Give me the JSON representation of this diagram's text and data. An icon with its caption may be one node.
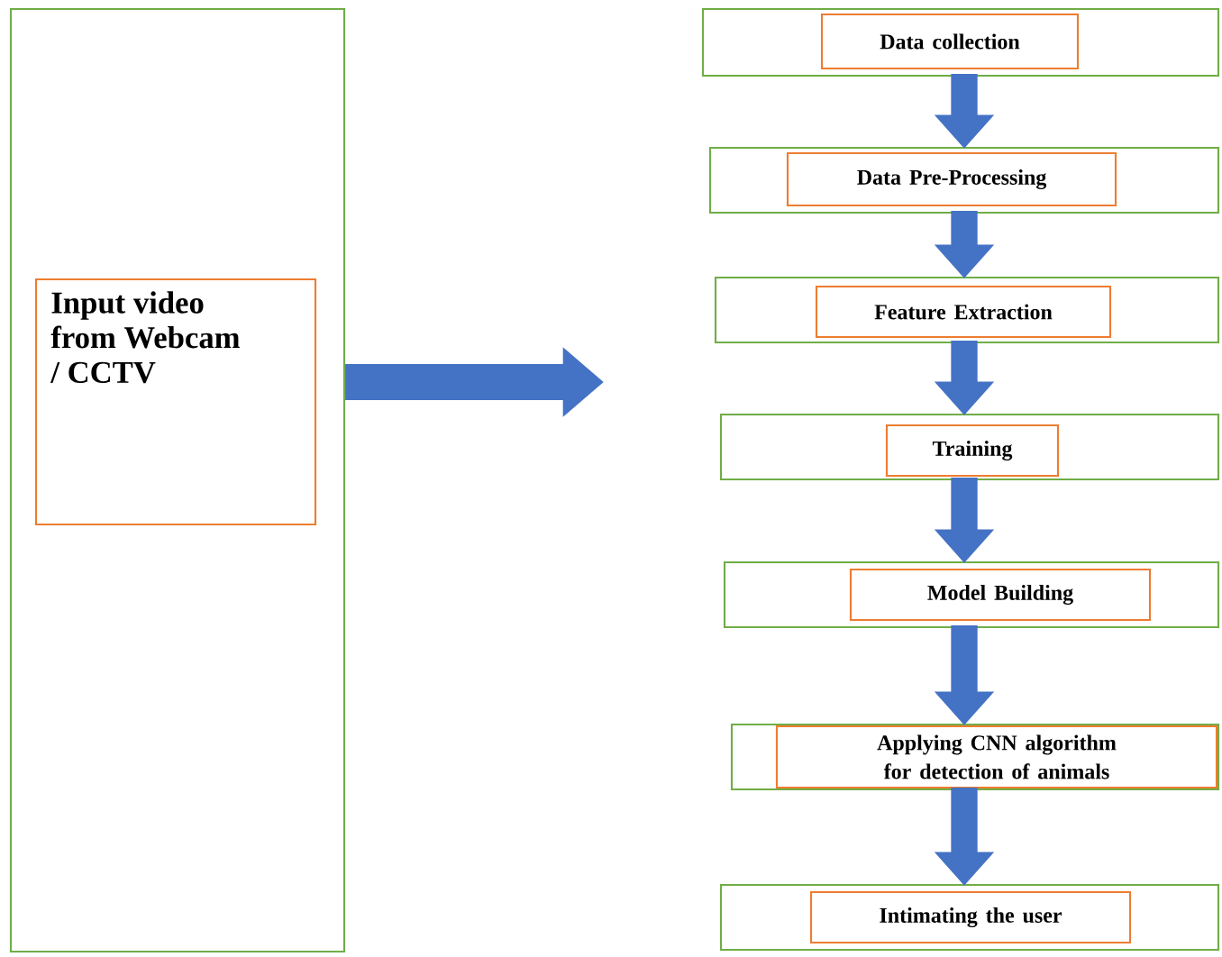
{
  "diagram": {
    "nodes": [
      {
        "text": [],
        "shape": "box"
      },
      {
        "text": [
          "Input video from Webcam / CCTV"
        ],
        "in": 0
      },
      {
        "text": [],
        "shape": "box"
      },
      {
        "text": [
          "Data collection"
        ],
        "in": 2
      },
      {
        "text": [],
        "shape": "box"
      },
      {
        "text": [
          "Data Pre-Processing"
        ],
        "in": 4
      },
      {
        "text": [],
        "shape": "box"
      },
      {
        "text": [
          "Feature Extraction"
        ],
        "in": 6
      },
      {
        "text": [],
        "shape": "box"
      },
      {
        "text": [
          "Training"
        ],
        "in": 8
      },
      {
        "text": [],
        "shape": "box"
      },
      {
        "text": [
          "Model Building"
        ],
        "in": 10
      },
      {
        "text": [],
        "shape": "box"
      },
      {
        "text": [
          "Applying CNN algorithm for detection of animals"
        ],
        "in": 12
      },
      {
        "text": [],
        "shape": "box"
      },
      {
        "text": [
          "Intimating the user"
        ],
        "in": 14
      }
    ],
    "edges": [
      {
        "from": 0,
        "to": null,
        "arrow": "to"
      },
      {
        "from": 2,
        "to": 4,
        "arrow": "to"
      },
      {
        "from": 4,
        "to": 6,
        "arrow": "to"
      },
      {
        "from": 6,
        "to": 8,
        "arrow": "to"
      },
      {
        "from": 8,
        "to": 10,
        "arrow": "to"
      },
      {
        "from": 10,
        "to": 12,
        "arrow": "to"
      },
      {
        "from": 12,
        "to": 14,
        "arrow": "to"
      }
    ]
  }
}
